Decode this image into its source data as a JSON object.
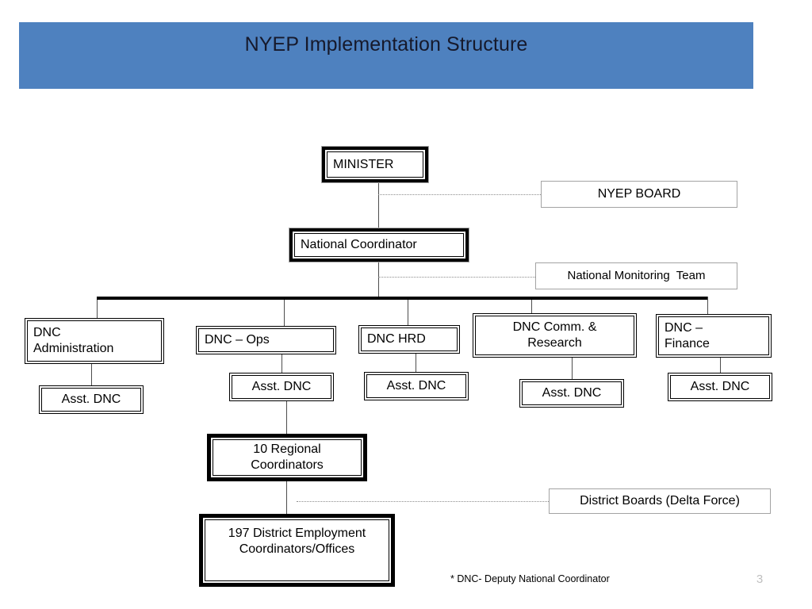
{
  "slide": {
    "title": "NYEP Implementation Structure",
    "footnote": "* DNC- Deputy National Coordinator",
    "page_number": "3",
    "accent_color": "#4E81BF",
    "title_text_color": "#16192B",
    "page_number_color": "#BFBFBF"
  },
  "chart_data": {
    "type": "diagram",
    "diagram_kind": "organization-chart",
    "title": "NYEP Implementation Structure",
    "nodes": [
      {
        "id": "minister",
        "label": "MINISTER",
        "level": 0,
        "style": "heavy"
      },
      {
        "id": "nyep-board",
        "label": "NYEP BOARD",
        "level": 0,
        "style": "advisory"
      },
      {
        "id": "national-coord",
        "label": "National Coordinator",
        "level": 1,
        "style": "heavy"
      },
      {
        "id": "monitoring-team",
        "label": "National Monitoring  Team",
        "level": 1,
        "style": "advisory"
      },
      {
        "id": "dnc-admin",
        "label": "DNC Administration",
        "level": 2,
        "style": "double"
      },
      {
        "id": "dnc-ops",
        "label": "DNC – Ops",
        "level": 2,
        "style": "double"
      },
      {
        "id": "dnc-hrd",
        "label": "DNC HRD",
        "level": 2,
        "style": "double"
      },
      {
        "id": "dnc-comm",
        "label": "DNC Comm. & Research",
        "level": 2,
        "style": "double"
      },
      {
        "id": "dnc-finance",
        "label": "DNC – Finance",
        "level": 2,
        "style": "double"
      },
      {
        "id": "asst-admin",
        "label": "Asst. DNC",
        "level": 3,
        "style": "double"
      },
      {
        "id": "asst-ops",
        "label": "Asst. DNC",
        "level": 3,
        "style": "double"
      },
      {
        "id": "asst-hrd",
        "label": "Asst. DNC",
        "level": 3,
        "style": "double"
      },
      {
        "id": "asst-comm",
        "label": "Asst. DNC",
        "level": 3,
        "style": "double"
      },
      {
        "id": "asst-finance",
        "label": "Asst. DNC",
        "level": 3,
        "style": "double"
      },
      {
        "id": "regional",
        "label": "10 Regional Coordinators",
        "level": 4,
        "style": "heavy"
      },
      {
        "id": "district-boards",
        "label": "District Boards (Delta Force)",
        "level": 4,
        "style": "advisory"
      },
      {
        "id": "district-emp",
        "label": "197 District Employment Coordinators/Offices",
        "level": 5,
        "style": "heavy"
      }
    ],
    "edges": [
      {
        "from": "minister",
        "to": "national-coord",
        "kind": "solid"
      },
      {
        "from": "minister",
        "to": "nyep-board",
        "kind": "dotted"
      },
      {
        "from": "national-coord",
        "to": "monitoring-team",
        "kind": "dotted"
      },
      {
        "from": "national-coord",
        "to": "dnc-admin",
        "kind": "solid"
      },
      {
        "from": "national-coord",
        "to": "dnc-ops",
        "kind": "solid"
      },
      {
        "from": "national-coord",
        "to": "dnc-hrd",
        "kind": "solid"
      },
      {
        "from": "national-coord",
        "to": "dnc-comm",
        "kind": "solid"
      },
      {
        "from": "national-coord",
        "to": "dnc-finance",
        "kind": "solid"
      },
      {
        "from": "dnc-admin",
        "to": "asst-admin",
        "kind": "solid"
      },
      {
        "from": "dnc-ops",
        "to": "asst-ops",
        "kind": "solid"
      },
      {
        "from": "dnc-hrd",
        "to": "asst-hrd",
        "kind": "solid"
      },
      {
        "from": "dnc-comm",
        "to": "asst-comm",
        "kind": "solid"
      },
      {
        "from": "dnc-finance",
        "to": "asst-finance",
        "kind": "solid"
      },
      {
        "from": "dnc-ops",
        "to": "regional",
        "kind": "solid"
      },
      {
        "from": "regional",
        "to": "district-emp",
        "kind": "solid"
      },
      {
        "from": "regional",
        "to": "district-boards",
        "kind": "dotted"
      }
    ]
  },
  "boxes": {
    "minister": "MINISTER",
    "nyep_board": "NYEP BOARD",
    "national_coordinator": "National Coordinator",
    "national_monitoring_team": "National Monitoring  Team",
    "dnc_administration_line1": "DNC",
    "dnc_administration_line2": "Administration",
    "dnc_ops": "DNC – Ops",
    "dnc_hrd": "DNC HRD",
    "dnc_comm_line1": "DNC Comm. &",
    "dnc_comm_line2": "Research",
    "dnc_finance_line1": "DNC –",
    "dnc_finance_line2": "Finance",
    "asst_dnc_admin": "Asst. DNC",
    "asst_dnc_ops": "Asst. DNC",
    "asst_dnc_hrd": "Asst. DNC",
    "asst_dnc_comm": "Asst. DNC",
    "asst_dnc_finance": "Asst. DNC",
    "regional_line1": "10 Regional",
    "regional_line2": "Coordinators",
    "district_boards": "District Boards (Delta Force)",
    "district_emp_line1": "197 District Employment",
    "district_emp_line2": "Coordinators/Offices"
  }
}
